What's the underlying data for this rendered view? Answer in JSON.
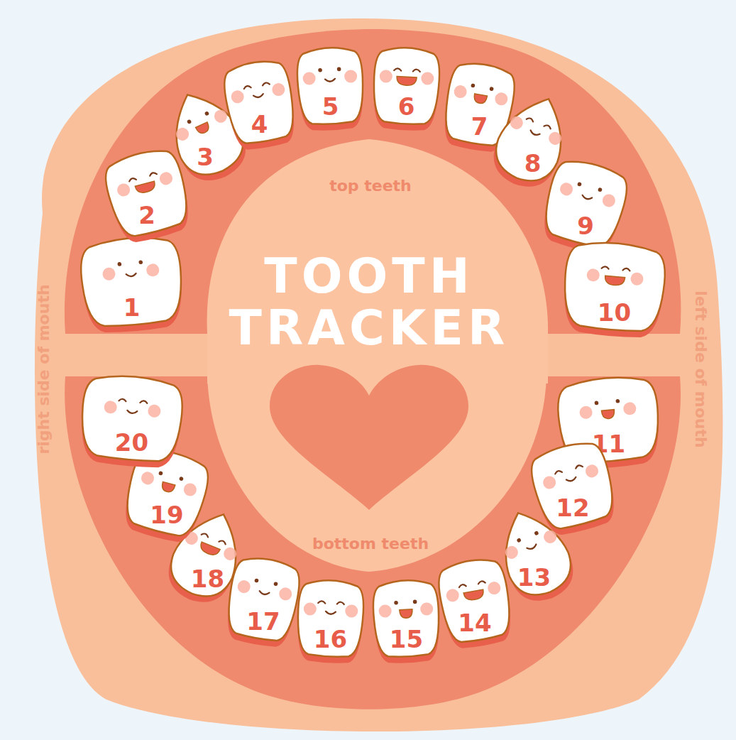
{
  "diagram": {
    "title": "TOOTH TRACKER",
    "nodes": [
      {
        "text": [
          "1"
        ]
      },
      {
        "text": [
          "2"
        ]
      },
      {
        "text": [
          "3"
        ]
      },
      {
        "text": [
          "4"
        ]
      },
      {
        "text": [
          "5"
        ]
      },
      {
        "text": [
          "6"
        ]
      },
      {
        "text": [
          "7"
        ]
      },
      {
        "text": [
          "8"
        ]
      },
      {
        "text": [
          "9"
        ]
      },
      {
        "text": [
          "10"
        ]
      },
      {
        "text": [
          "11"
        ]
      },
      {
        "text": [
          "12"
        ]
      },
      {
        "text": [
          "13"
        ]
      },
      {
        "text": [
          "14"
        ]
      },
      {
        "text": [
          "15"
        ]
      },
      {
        "text": [
          "16"
        ]
      },
      {
        "text": [
          "17"
        ]
      },
      {
        "text": [
          "18"
        ]
      },
      {
        "text": [
          "19"
        ]
      },
      {
        "text": [
          "20"
        ]
      }
    ],
    "labels": [
      "top teeth",
      "bottom teeth",
      "right side of mouth",
      "left side of mouth"
    ]
  }
}
